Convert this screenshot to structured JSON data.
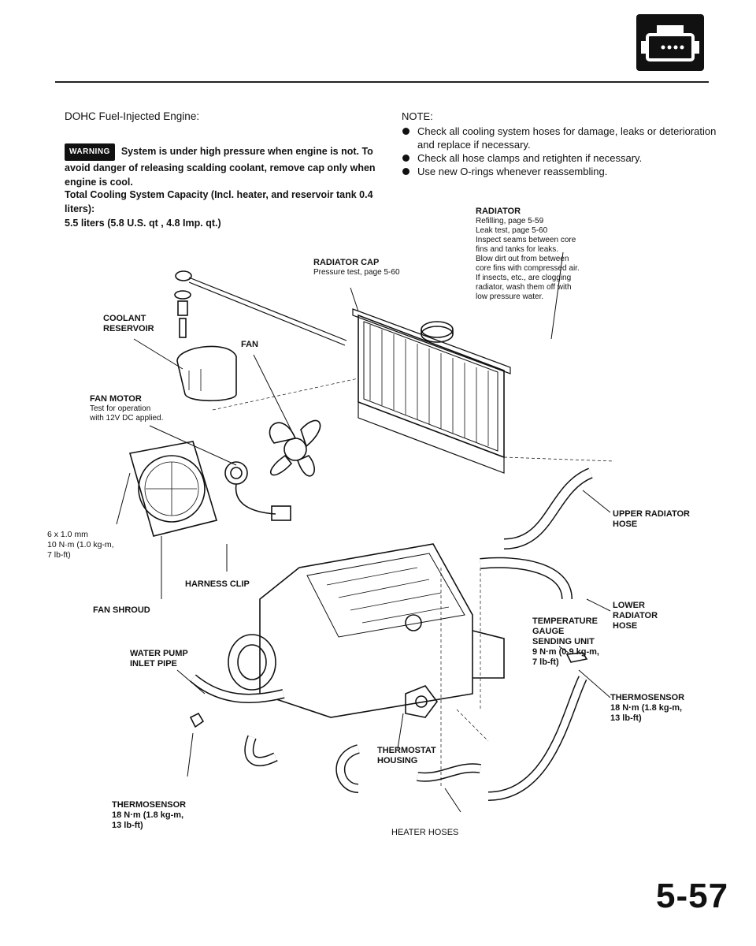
{
  "header": {
    "title": "DOHC Fuel-Injected Engine:",
    "logo_icon": "engine-icon"
  },
  "warning": {
    "badge": "WARNING",
    "text": "System is under high pressure when engine is not. To avoid danger of releasing scalding coolant, remove cap only when engine is cool."
  },
  "capacity": {
    "text": "Total Cooling System Capacity (Incl. heater, and reservoir tank 0.4 liters):",
    "value": "5.5 liters (5.8 U.S. qt , 4.8 Imp. qt.)"
  },
  "notes": {
    "heading": "NOTE:",
    "items": [
      "Check all cooling system hoses for damage, leaks or deterioration and replace if necessary.",
      "Check all hose clamps and retighten if necessary.",
      "Use new O-rings whenever reassembling."
    ]
  },
  "labels": {
    "radiator": {
      "title": "RADIATOR",
      "detail": "Refilling, page 5-59\nLeak test, page 5-60\nInspect seams between core\nfins and tanks for leaks.\nBlow dirt out from between\ncore fins with compressed air.\nIf insects, etc., are clogging\nradiator, wash them off with\nlow pressure water."
    },
    "radiator_cap": {
      "title": "RADIATOR CAP",
      "detail": "Pressure test, page 5-60"
    },
    "coolant_reservoir": {
      "title": "COOLANT\nRESERVOIR"
    },
    "fan": {
      "title": "FAN"
    },
    "fan_motor": {
      "title": "FAN MOTOR",
      "detail": "Test for operation\nwith 12V DC applied."
    },
    "fan_bolt": {
      "title": "6 x 1.0 mm\n10 N·m (1.0 kg-m,\n7 lb-ft)"
    },
    "harness_clip": {
      "title": "HARNESS CLIP"
    },
    "fan_shroud": {
      "title": "FAN SHROUD"
    },
    "upper_hose": {
      "title": "UPPER RADIATOR\nHOSE"
    },
    "lower_hose": {
      "title": "LOWER\nRADIATOR\nHOSE"
    },
    "temp_gauge": {
      "title": "TEMPERATURE\nGAUGE\nSENDING UNIT\n9 N·m (0.9 kg-m,\n7 lb-ft)"
    },
    "water_pump_pipe": {
      "title": "WATER PUMP\nINLET PIPE"
    },
    "thermosensor_right": {
      "title": "THERMOSENSOR\n18 N·m (1.8 kg-m,\n13 lb-ft)"
    },
    "thermostat_housing": {
      "title": "THERMOSTAT\nHOUSING"
    },
    "thermosensor_left": {
      "title": "THERMOSENSOR\n18 N·m (1.8 kg-m,\n13 lb-ft)"
    },
    "heater_hoses": {
      "title": "HEATER HOSES"
    }
  },
  "page_number": "5-57",
  "colors": {
    "ink": "#111111",
    "paper": "#ffffff"
  }
}
